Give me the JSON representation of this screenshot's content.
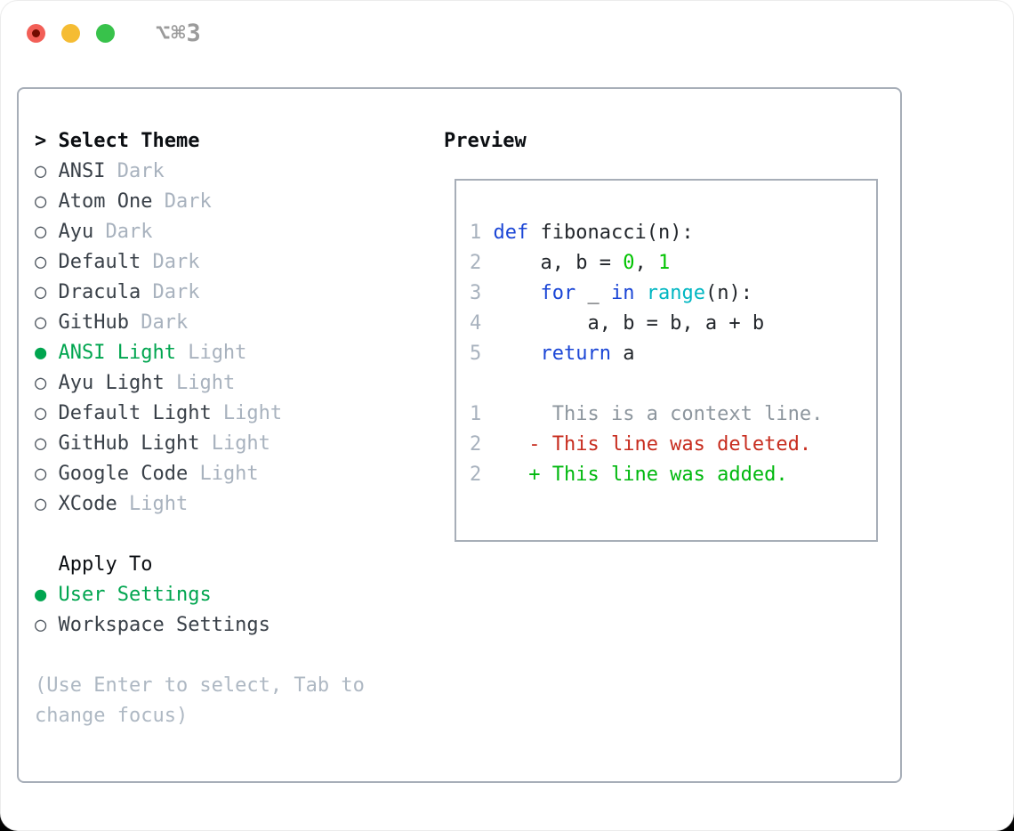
{
  "window": {
    "shortcut": "⌥⌘3",
    "traffic_lights": [
      {
        "name": "close",
        "color": "#f25f57",
        "has_dot": true,
        "dot_color": "#710b00"
      },
      {
        "name": "minimize",
        "color": "#f5bc33",
        "has_dot": false
      },
      {
        "name": "zoom",
        "color": "#38c24b",
        "has_dot": false
      }
    ]
  },
  "icons": {
    "radio_on": "●",
    "radio_off": "○",
    "header_caret": ">"
  },
  "left": {
    "title": "Select Theme",
    "title_prefix": "> ",
    "themes": [
      {
        "name": "ANSI",
        "tag": "Dark",
        "selected": false
      },
      {
        "name": "Atom One",
        "tag": "Dark",
        "selected": false
      },
      {
        "name": "Ayu",
        "tag": "Dark",
        "selected": false
      },
      {
        "name": "Default",
        "tag": "Dark",
        "selected": false
      },
      {
        "name": "Dracula",
        "tag": "Dark",
        "selected": false
      },
      {
        "name": "GitHub",
        "tag": "Dark",
        "selected": false
      },
      {
        "name": "ANSI Light",
        "tag": "Light",
        "selected": true
      },
      {
        "name": "Ayu Light",
        "tag": "Light",
        "selected": false
      },
      {
        "name": "Default Light",
        "tag": "Light",
        "selected": false
      },
      {
        "name": "GitHub Light",
        "tag": "Light",
        "selected": false
      },
      {
        "name": "Google Code",
        "tag": "Light",
        "selected": false
      },
      {
        "name": "XCode",
        "tag": "Light",
        "selected": false
      }
    ],
    "apply_to": {
      "title": "Apply To",
      "options": [
        {
          "name": "User Settings",
          "selected": true
        },
        {
          "name": "Workspace Settings",
          "selected": false
        }
      ]
    },
    "help": "(Use Enter to select, Tab to change focus)"
  },
  "preview": {
    "title": "Preview",
    "code_lines": [
      {
        "num": "1",
        "segments": [
          {
            "t": "def",
            "c": "kw"
          },
          {
            "t": " fibonacci(n):",
            "c": "fg"
          }
        ]
      },
      {
        "num": "2",
        "segments": [
          {
            "t": "    a, b = ",
            "c": "fg"
          },
          {
            "t": "0",
            "c": "num"
          },
          {
            "t": ", ",
            "c": "fg"
          },
          {
            "t": "1",
            "c": "num"
          }
        ]
      },
      {
        "num": "3",
        "segments": [
          {
            "t": "    ",
            "c": "fg"
          },
          {
            "t": "for",
            "c": "kw"
          },
          {
            "t": " _ ",
            "c": "fg"
          },
          {
            "t": "in",
            "c": "kw"
          },
          {
            "t": " ",
            "c": "fg"
          },
          {
            "t": "range",
            "c": "fn"
          },
          {
            "t": "(n):",
            "c": "fg"
          }
        ]
      },
      {
        "num": "4",
        "segments": [
          {
            "t": "        a, b = b, a + b",
            "c": "fg"
          }
        ]
      },
      {
        "num": "5",
        "segments": [
          {
            "t": "    ",
            "c": "fg"
          },
          {
            "t": "return",
            "c": "kw"
          },
          {
            "t": " a",
            "c": "fg"
          }
        ]
      }
    ],
    "diff_lines": [
      {
        "num": "1",
        "marker": "",
        "text": "This is a context line.",
        "type": "context"
      },
      {
        "num": "2",
        "marker": "-",
        "text": "This line was deleted.",
        "type": "deleted"
      },
      {
        "num": "2",
        "marker": "+",
        "text": "This line was added.",
        "type": "added"
      }
    ]
  },
  "colors": {
    "selection_green": "#00a54f",
    "keyword_blue": "#1b46d6",
    "function_cyan": "#00b6c2",
    "number_green": "#00c300",
    "diff_added_green": "#00b80e",
    "diff_deleted_red": "#c72c1e",
    "diff_context_gray": "#8d969e",
    "line_number_gray": "#a8b2be",
    "tag_gray": "#a8b2be",
    "border_gray": "#a7aeb8"
  }
}
